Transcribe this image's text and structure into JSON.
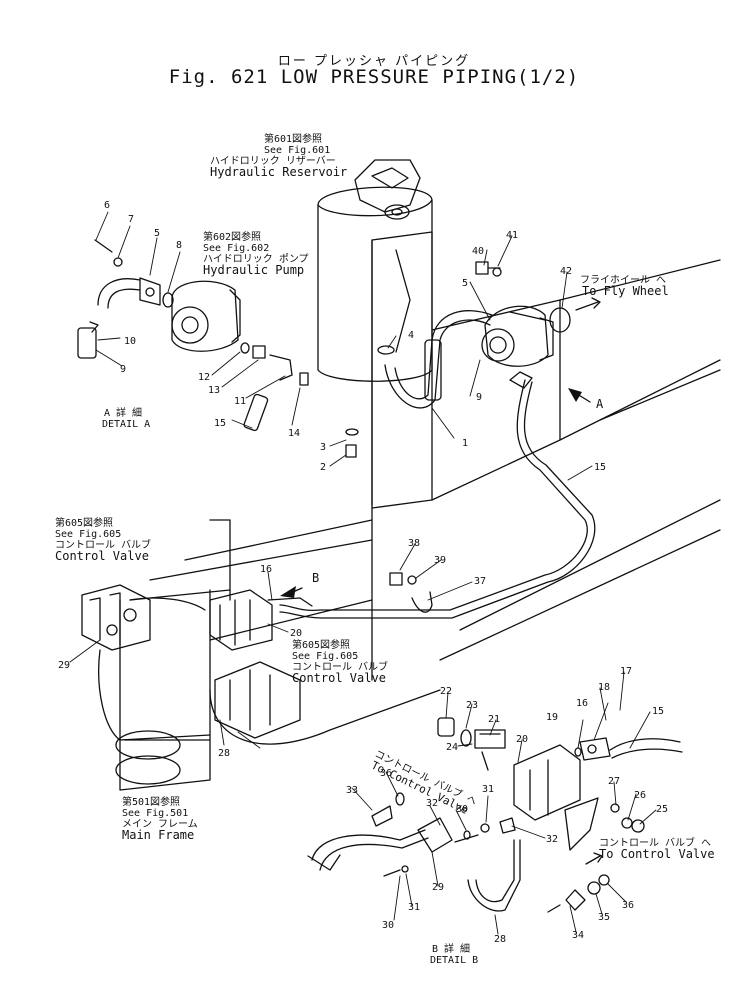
{
  "title": {
    "jp": "ロー プレッシャ パイピング",
    "en": "Fig. 621 LOW PRESSURE PIPING(1/2)"
  },
  "references": {
    "reservoir": {
      "jp_fig": "第601図参照",
      "see": "See Fig.601",
      "jp_name": "ハイドロリック リザーバー",
      "name": "Hydraulic Reservoir"
    },
    "pump": {
      "jp_fig": "第602図参照",
      "see": "See Fig.602",
      "jp_name": "ハイドロリック ポンプ",
      "name": "Hydraulic Pump"
    },
    "control_valve_left": {
      "jp_fig": "第605図参照",
      "see": "See Fig.605",
      "jp_name": "コントロール バルブ",
      "name": "Control Valve"
    },
    "control_valve_center": {
      "jp_fig": "第605図参照",
      "see": "See Fig.605",
      "jp_name": "コントロール バルブ",
      "name": "Control Valve"
    },
    "main_frame": {
      "jp_fig": "第501図参照",
      "see": "See Fig.501",
      "jp_name": "メイン フレーム",
      "name": "Main Frame"
    }
  },
  "callouts": {
    "fly_wheel": {
      "jp": "フライホイール へ",
      "en": "To Fly Wheel"
    },
    "to_control_valve_a": {
      "jp": "コントロール バルブ へ",
      "en": "To Control Valve"
    },
    "to_control_valve_b": {
      "jp": "コントロール バルブ へ",
      "en": "To Control Valve"
    },
    "arrow_a": "A",
    "arrow_b": "B"
  },
  "details": {
    "a": {
      "jp": "A 詳 細",
      "en": "DETAIL A"
    },
    "b": {
      "jp": "B 詳 細",
      "en": "DETAIL B"
    }
  },
  "part_numbers": {
    "p1": "1",
    "p2": "2",
    "p3": "3",
    "p4": "4",
    "p5a": "5",
    "p5b": "5",
    "p6": "6",
    "p7": "7",
    "p8": "8",
    "p9a": "9",
    "p9b": "9",
    "p10": "10",
    "p11": "11",
    "p12": "12",
    "p13": "13",
    "p14": "14",
    "p15a": "15",
    "p15b": "15",
    "p15c": "15",
    "p16a": "16",
    "p16b": "16",
    "p17": "17",
    "p18": "18",
    "p19": "19",
    "p20a": "20",
    "p20b": "20",
    "p21": "21",
    "p22": "22",
    "p23": "23",
    "p24": "24",
    "p25": "25",
    "p26": "26",
    "p27": "27",
    "p28a": "28",
    "p28b": "28",
    "p29a": "29",
    "p29b": "29",
    "p30a": "30",
    "p30b": "30",
    "p31a": "31",
    "p31b": "31",
    "p32a": "32",
    "p32b": "32",
    "p33": "33",
    "p34": "34",
    "p35": "35",
    "p36a": "36",
    "p36b": "36",
    "p37": "37",
    "p38": "38",
    "p39": "39",
    "p40": "40",
    "p41": "41",
    "p42": "42"
  }
}
